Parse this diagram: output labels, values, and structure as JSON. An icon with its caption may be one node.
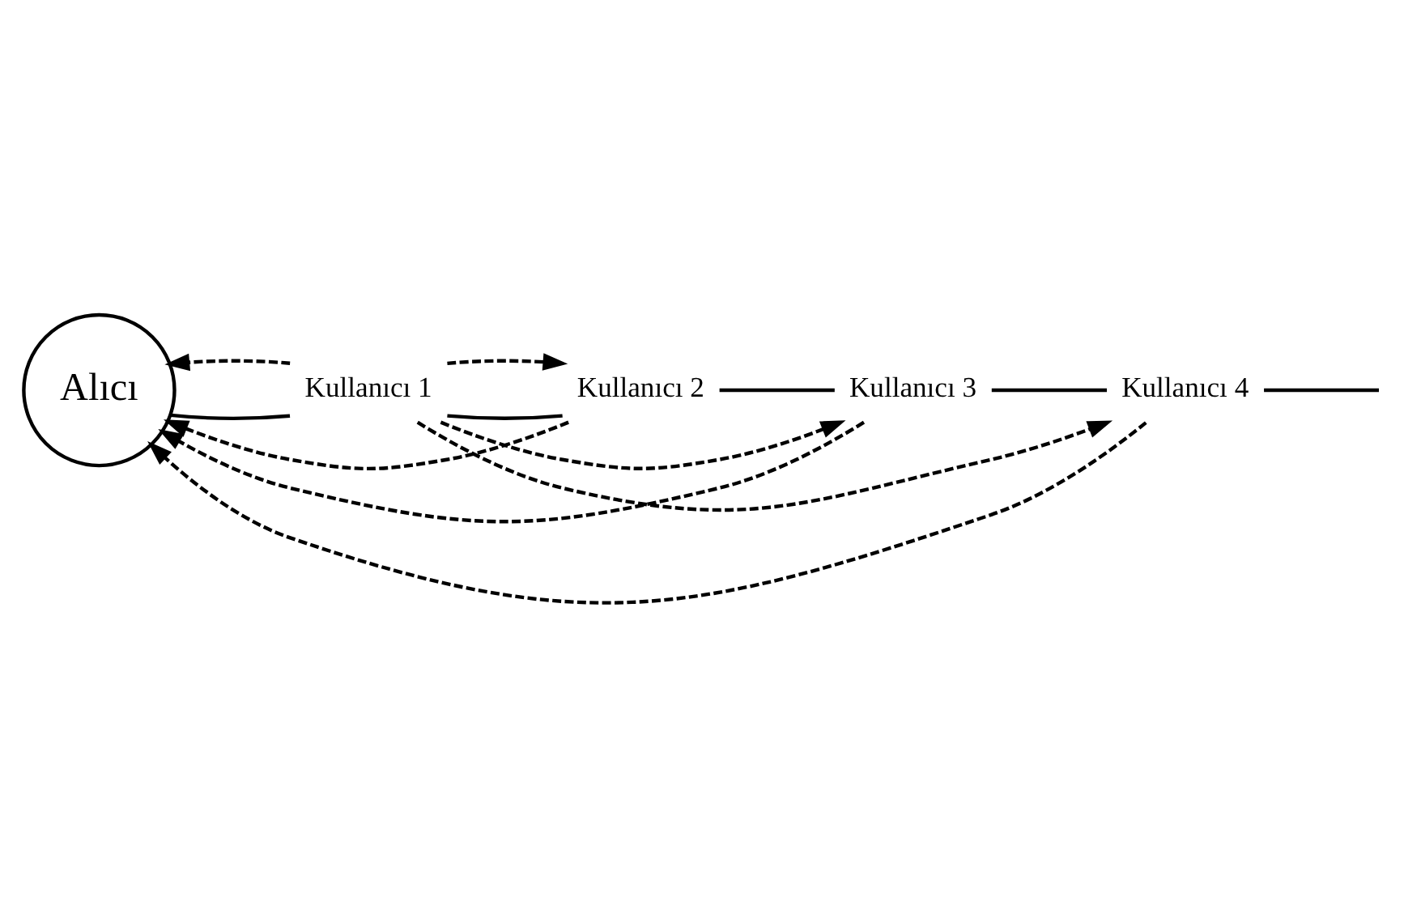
{
  "diagram": {
    "nodes": [
      {
        "text": [
          "Alıcı"
        ]
      },
      {
        "text": [
          "Kullanıcı 1"
        ]
      },
      {
        "text": [
          "Kullanıcı 2"
        ]
      },
      {
        "text": [
          "Kullanıcı 3"
        ]
      },
      {
        "text": [
          "Kullanıcı 4"
        ]
      }
    ],
    "edges": [
      {
        "from": 0,
        "to": 1,
        "arrow": "none"
      },
      {
        "from": 1,
        "to": 2,
        "arrow": "none"
      },
      {
        "from": 2,
        "to": 3,
        "arrow": "none"
      },
      {
        "from": 3,
        "to": 4,
        "arrow": "none"
      },
      {
        "from": 4,
        "to": null,
        "arrow": "none"
      },
      {
        "from": 1,
        "to": 0,
        "arrow": "to",
        "style": "dashed"
      },
      {
        "from": 2,
        "to": 0,
        "arrow": "to",
        "style": "dashed"
      },
      {
        "from": 3,
        "to": 0,
        "arrow": "to",
        "style": "dashed"
      },
      {
        "from": 4,
        "to": 0,
        "arrow": "to",
        "style": "dashed"
      },
      {
        "from": 1,
        "to": 2,
        "arrow": "to",
        "style": "dashed"
      },
      {
        "from": 1,
        "to": 3,
        "arrow": "to",
        "style": "dashed"
      },
      {
        "from": 1,
        "to": 4,
        "arrow": "to",
        "style": "dashed"
      }
    ]
  }
}
